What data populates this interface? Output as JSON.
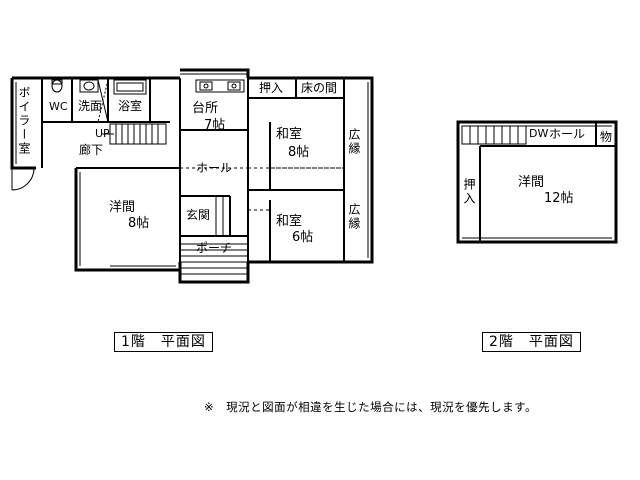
{
  "floor1": {
    "title": "1階　平面図",
    "rooms": {
      "boiler": "ボイラー室",
      "wc": "WC",
      "senmen": "洗面",
      "yokushitsu": "浴室",
      "daidokoro": "台所",
      "daidokoro_size": "7帖",
      "oshiire": "押入",
      "tokonoma": "床の間",
      "washitsu1": "和室",
      "washitsu1_size": "8帖",
      "hiroen1": "広縁",
      "up": "UP",
      "rouka": "廊下",
      "hall": "ホール",
      "youma": "洋間",
      "youma_size": "8帖",
      "genkan": "玄関",
      "washitsu2": "和室",
      "washitsu2_size": "6帖",
      "hiroen2": "広縁",
      "porch": "ポーチ"
    }
  },
  "floor2": {
    "title": "2階　平面図",
    "rooms": {
      "dw": "DW",
      "hall": "ホール",
      "mono": "物",
      "oshiire": "押入",
      "youma": "洋間",
      "youma_size": "12帖"
    }
  },
  "note": "※　現況と図面が相違を生じた場合には、現況を優先します。"
}
